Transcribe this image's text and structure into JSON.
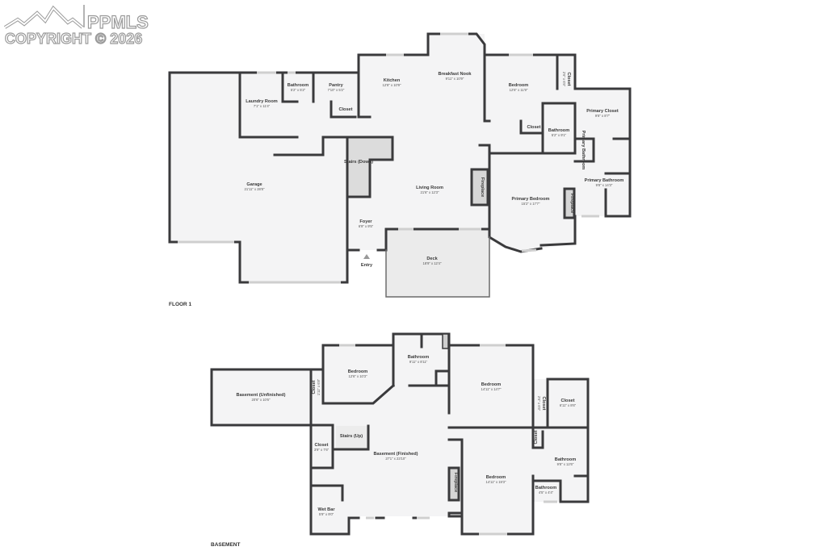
{
  "watermark": {
    "brand": "PPMLS",
    "copyright": "COPYRIGHT © 2026"
  },
  "floors": [
    {
      "label": "FLOOR 1",
      "rooms": [
        {
          "name": "Laundry Room",
          "dims": "7'1\" x 11'4\""
        },
        {
          "name": "Bathroom",
          "dims": "5'2\" x 5'2\""
        },
        {
          "name": "Pantry",
          "dims": "7'10\" x 5'2\""
        },
        {
          "name": "Closet",
          "dims": ""
        },
        {
          "name": "Kitchen",
          "dims": "12'8\" x 10'9\""
        },
        {
          "name": "Breakfast Nook",
          "dims": "9'11\" x 10'9\""
        },
        {
          "name": "Bedroom",
          "dims": "12'6\" x 11'9\""
        },
        {
          "name": "Closet",
          "dims": "2'6\" x 6'5\""
        },
        {
          "name": "Primary Closet",
          "dims": "9'8\" x 8'7\""
        },
        {
          "name": "Closet",
          "dims": ""
        },
        {
          "name": "Bathroom",
          "dims": "5'2\" x 9'1\""
        },
        {
          "name": "Primary Bathroom",
          "dims": ""
        },
        {
          "name": "Primary Bathroom",
          "dims": "9'8\" x 14'3\""
        },
        {
          "name": "Garage",
          "dims": "21'11\" x 28'8\""
        },
        {
          "name": "Stairs (Down)",
          "dims": ""
        },
        {
          "name": "Living Room",
          "dims": "21'6\" x 12'3\""
        },
        {
          "name": "Fireplace",
          "dims": ""
        },
        {
          "name": "Primary Bedroom",
          "dims": "15'2\" x 17'7\""
        },
        {
          "name": "Fireplace",
          "dims": ""
        },
        {
          "name": "Foyer",
          "dims": "6'9\" x 9'5\""
        },
        {
          "name": "Entry",
          "dims": ""
        },
        {
          "name": "Deck",
          "dims": "18'9\" x 12'4\""
        }
      ]
    },
    {
      "label": "BASEMENT",
      "rooms": [
        {
          "name": "Bedroom",
          "dims": "12'6\" x 10'3\""
        },
        {
          "name": "Bathroom",
          "dims": "9'11\" x 8'11\""
        },
        {
          "name": "Basement (Unfinished)",
          "dims": "20'6\" x 10'6\""
        },
        {
          "name": "Closet",
          "dims": "1'11\" x 6'8\""
        },
        {
          "name": "Bedroom",
          "dims": "14'11\" x 14'7\""
        },
        {
          "name": "Closet",
          "dims": "2'6\" x 6'5\""
        },
        {
          "name": "Closet",
          "dims": "6'11\" x 8'6\""
        },
        {
          "name": "Closet",
          "dims": "3'9\" x 7'6\""
        },
        {
          "name": "Stairs (Up)",
          "dims": ""
        },
        {
          "name": "Basement (Finished)",
          "dims": "27'1\" x 23'10\""
        },
        {
          "name": "Closet",
          "dims": ""
        },
        {
          "name": "Bathroom",
          "dims": "9'8\" x 12'6\""
        },
        {
          "name": "Fireplace",
          "dims": ""
        },
        {
          "name": "Bedroom",
          "dims": "14'11\" x 19'3\""
        },
        {
          "name": "Bathroom",
          "dims": "4'5\" x 4'4\""
        },
        {
          "name": "Wet Bar",
          "dims": "5'9\" x 9'0\""
        }
      ]
    }
  ]
}
